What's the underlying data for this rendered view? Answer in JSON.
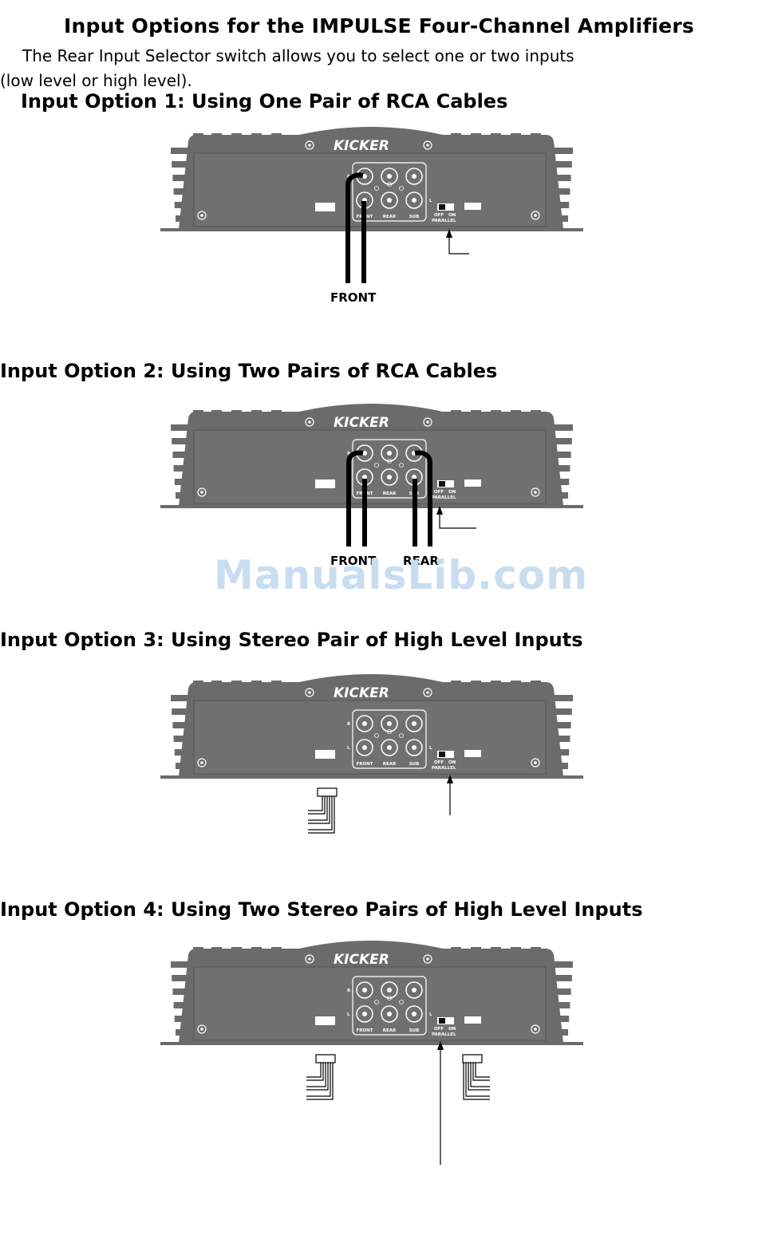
{
  "title": "Input Options for the IMPULSE Four-Channel Amplifiers",
  "intro_line1": "The Rear Input Selector switch allows you to select one or two inputs",
  "intro_line2": "(low level or high level).",
  "amp": {
    "brand": "KICKER",
    "jack_labels": [
      "FRONT",
      "REAR",
      "SUB"
    ],
    "row_labels": [
      "R",
      "L"
    ],
    "switch_off": "OFF",
    "switch_on": "ON",
    "switch_label": "PARALLEL"
  },
  "options": [
    {
      "heading": "Input Option 1: Using One Pair of RCA Cables",
      "cable_labels": [
        "FRONT"
      ]
    },
    {
      "heading": "Input Option 2: Using Two Pairs of RCA Cables",
      "cable_labels": [
        "FRONT",
        "REAR"
      ]
    },
    {
      "heading": "Input Option 3: Using Stereo Pair of High Level Inputs",
      "cable_labels": []
    },
    {
      "heading": "Input Option 4: Using Two Stereo Pairs of High Level Inputs",
      "cable_labels": []
    }
  ],
  "watermark": "ManualsLib.com",
  "colors": {
    "amp_body": "#6b6b6b",
    "amp_panel": "#707070",
    "watermark": "#c9ddf0"
  }
}
